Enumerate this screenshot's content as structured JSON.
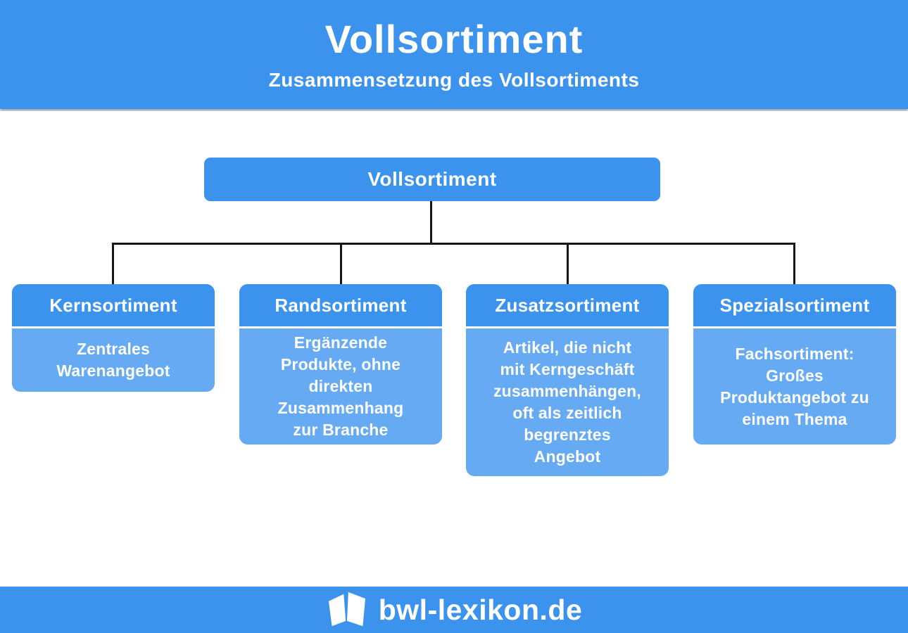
{
  "header": {
    "title": "Vollsortiment",
    "subtitle": "Zusammensetzung des Vollsortiments"
  },
  "tree": {
    "root": {
      "label": "Vollsortiment"
    },
    "children": [
      {
        "title": "Kernsortiment",
        "description": "Zentrales\nWarenangebot"
      },
      {
        "title": "Randsortiment",
        "description": "Ergänzende\nProdukte, ohne\ndirekten\nZusammenhang\nzur Branche"
      },
      {
        "title": "Zusatzsortiment",
        "description": "Artikel, die nicht\nmit Kerngeschäft\nzusammenhängen,\noft als zeitlich\nbegrenztes\nAngebot"
      },
      {
        "title": "Spezialsortiment",
        "description": "Fachsortiment:\nGroßes\nProduktangebot zu\neinem Thema"
      }
    ]
  },
  "footer": {
    "brand": "bwl-lexikon.de",
    "logo_icon": "open-book-icon"
  },
  "colors": {
    "primary_blue": "#3b93ee",
    "light_blue": "#65aaf2",
    "connector_black": "#161616",
    "text_white": "#ffffff"
  }
}
